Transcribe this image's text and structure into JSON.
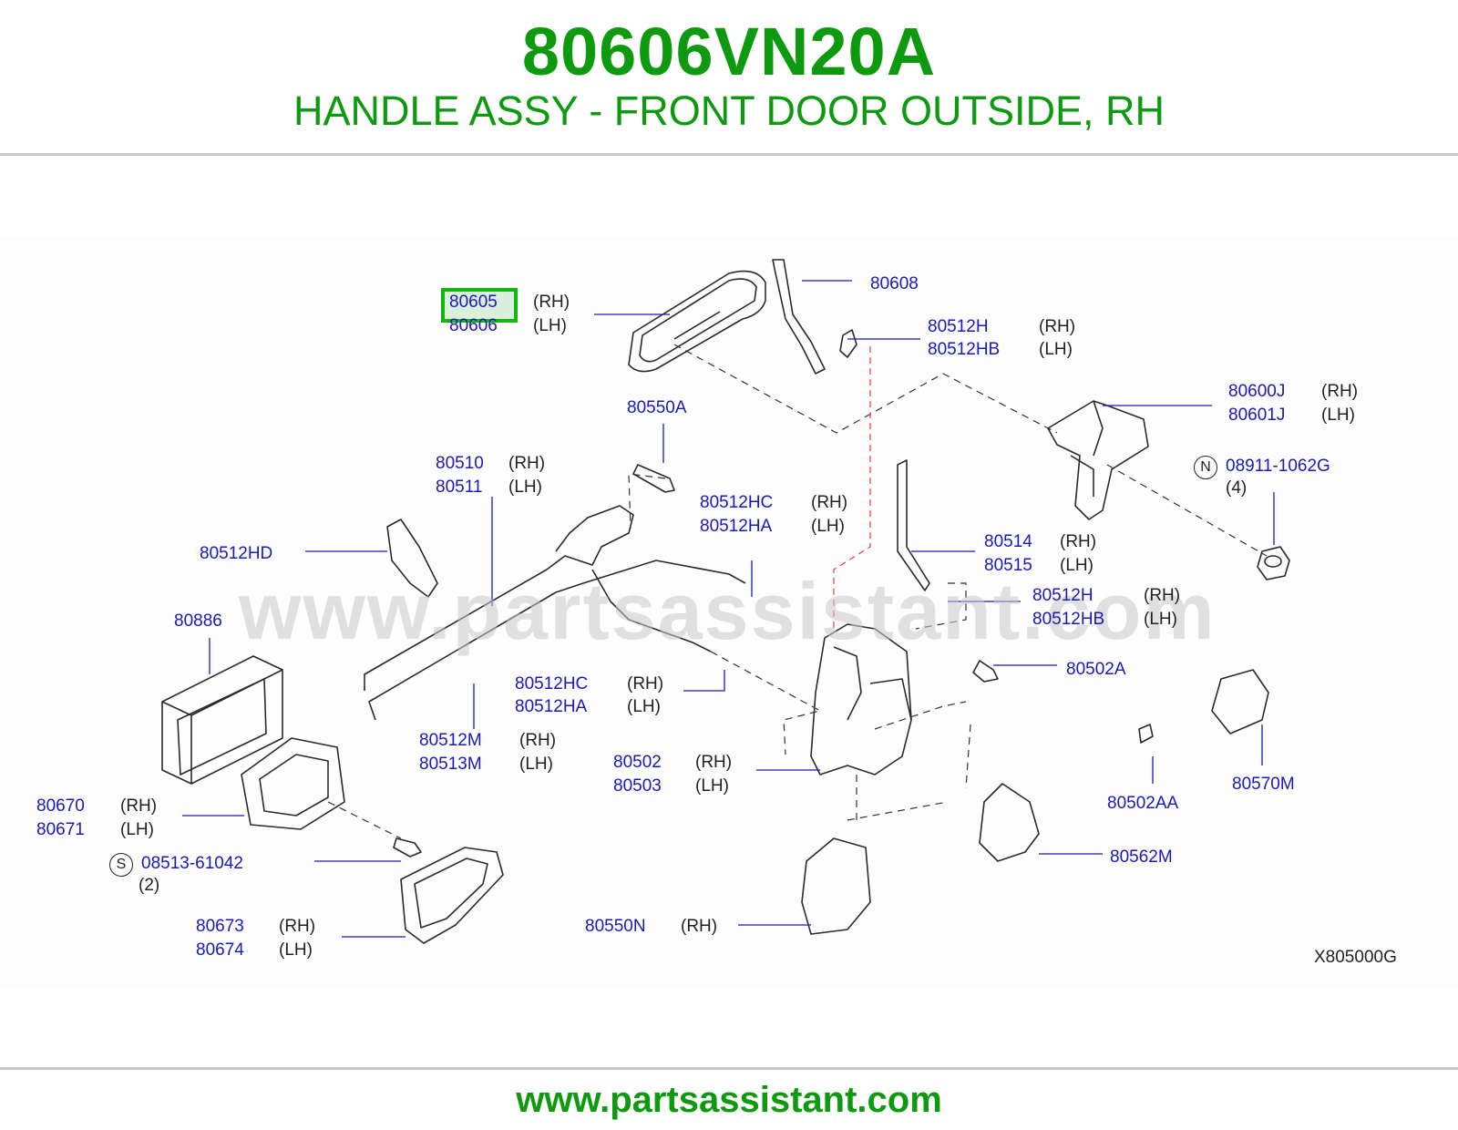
{
  "header": {
    "part_number": "80606VN20A",
    "description": "HANDLE ASSY - FRONT DOOR OUTSIDE, RH"
  },
  "watermark": "www.partsassistant.com",
  "footer": {
    "url": "www.partsassistant.com"
  },
  "diagram": {
    "ref_code": "X805000G",
    "highlighted": "80605",
    "callouts": [
      {
        "part": "80605",
        "side": "(RH)"
      },
      {
        "part": "80606",
        "side": "(LH)"
      },
      {
        "part": "80608",
        "side": ""
      },
      {
        "part": "80512H",
        "side": "(RH)"
      },
      {
        "part": "80512HB",
        "side": "(LH)"
      },
      {
        "part": "80600J",
        "side": "(RH)"
      },
      {
        "part": "80601J",
        "side": "(LH)"
      },
      {
        "part": "80550A",
        "side": ""
      },
      {
        "part": "08911-1062G",
        "side": "(4)",
        "prefix": "N"
      },
      {
        "part": "80510",
        "side": "(RH)"
      },
      {
        "part": "80511",
        "side": "(LH)"
      },
      {
        "part": "80512HC",
        "side": "(RH)"
      },
      {
        "part": "80512HA",
        "side": "(LH)"
      },
      {
        "part": "80512HD",
        "side": ""
      },
      {
        "part": "80514",
        "side": "(RH)"
      },
      {
        "part": "80515",
        "side": "(LH)"
      },
      {
        "part": "80512H",
        "side": "(RH)"
      },
      {
        "part": "80512HB",
        "side": "(LH)"
      },
      {
        "part": "80886",
        "side": ""
      },
      {
        "part": "80502A",
        "side": ""
      },
      {
        "part": "80512HC",
        "side": "(RH)"
      },
      {
        "part": "80512HA",
        "side": "(LH)"
      },
      {
        "part": "80512M",
        "side": "(RH)"
      },
      {
        "part": "80513M",
        "side": "(LH)"
      },
      {
        "part": "80502",
        "side": "(RH)"
      },
      {
        "part": "80503",
        "side": "(LH)"
      },
      {
        "part": "80570M",
        "side": ""
      },
      {
        "part": "80670",
        "side": "(RH)"
      },
      {
        "part": "80671",
        "side": "(LH)"
      },
      {
        "part": "80502AA",
        "side": ""
      },
      {
        "part": "08513-61042",
        "side": "(2)",
        "prefix": "S"
      },
      {
        "part": "80562M",
        "side": ""
      },
      {
        "part": "80673",
        "side": "(RH)"
      },
      {
        "part": "80674",
        "side": "(LH)"
      },
      {
        "part": "80550N",
        "side": "(RH)"
      }
    ]
  },
  "colors": {
    "title": "#0e9a0e",
    "part_link": "#1a1ab8",
    "highlight": "#11b811"
  }
}
